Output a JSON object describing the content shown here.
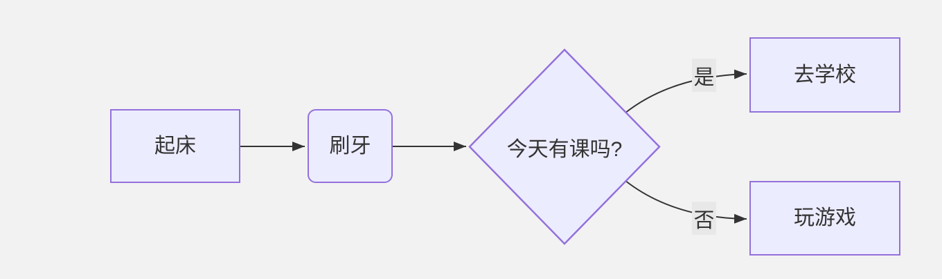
{
  "diagram": {
    "type": "flowchart",
    "direction": "left-to-right",
    "colors": {
      "background": "#F2F2F2",
      "node_fill": "#ECECFF",
      "node_border": "#9370DB",
      "edge": "#333333",
      "text": "#333333",
      "edge_label_background": "#E8E8E8"
    },
    "nodes": {
      "wake_up": {
        "label": "起床",
        "shape": "rectangle"
      },
      "brush_teeth": {
        "label": "刷牙",
        "shape": "rounded-rectangle"
      },
      "decision": {
        "label": "今天有课吗?",
        "shape": "diamond"
      },
      "go_school": {
        "label": "去学校",
        "shape": "rectangle"
      },
      "play_games": {
        "label": "玩游戏",
        "shape": "rectangle"
      }
    },
    "edge_labels": {
      "yes": "是",
      "no": "否"
    },
    "edges": [
      {
        "from": "wake_up",
        "to": "brush_teeth",
        "label": ""
      },
      {
        "from": "brush_teeth",
        "to": "decision",
        "label": ""
      },
      {
        "from": "decision",
        "to": "go_school",
        "label": "是"
      },
      {
        "from": "decision",
        "to": "play_games",
        "label": "否"
      }
    ]
  }
}
